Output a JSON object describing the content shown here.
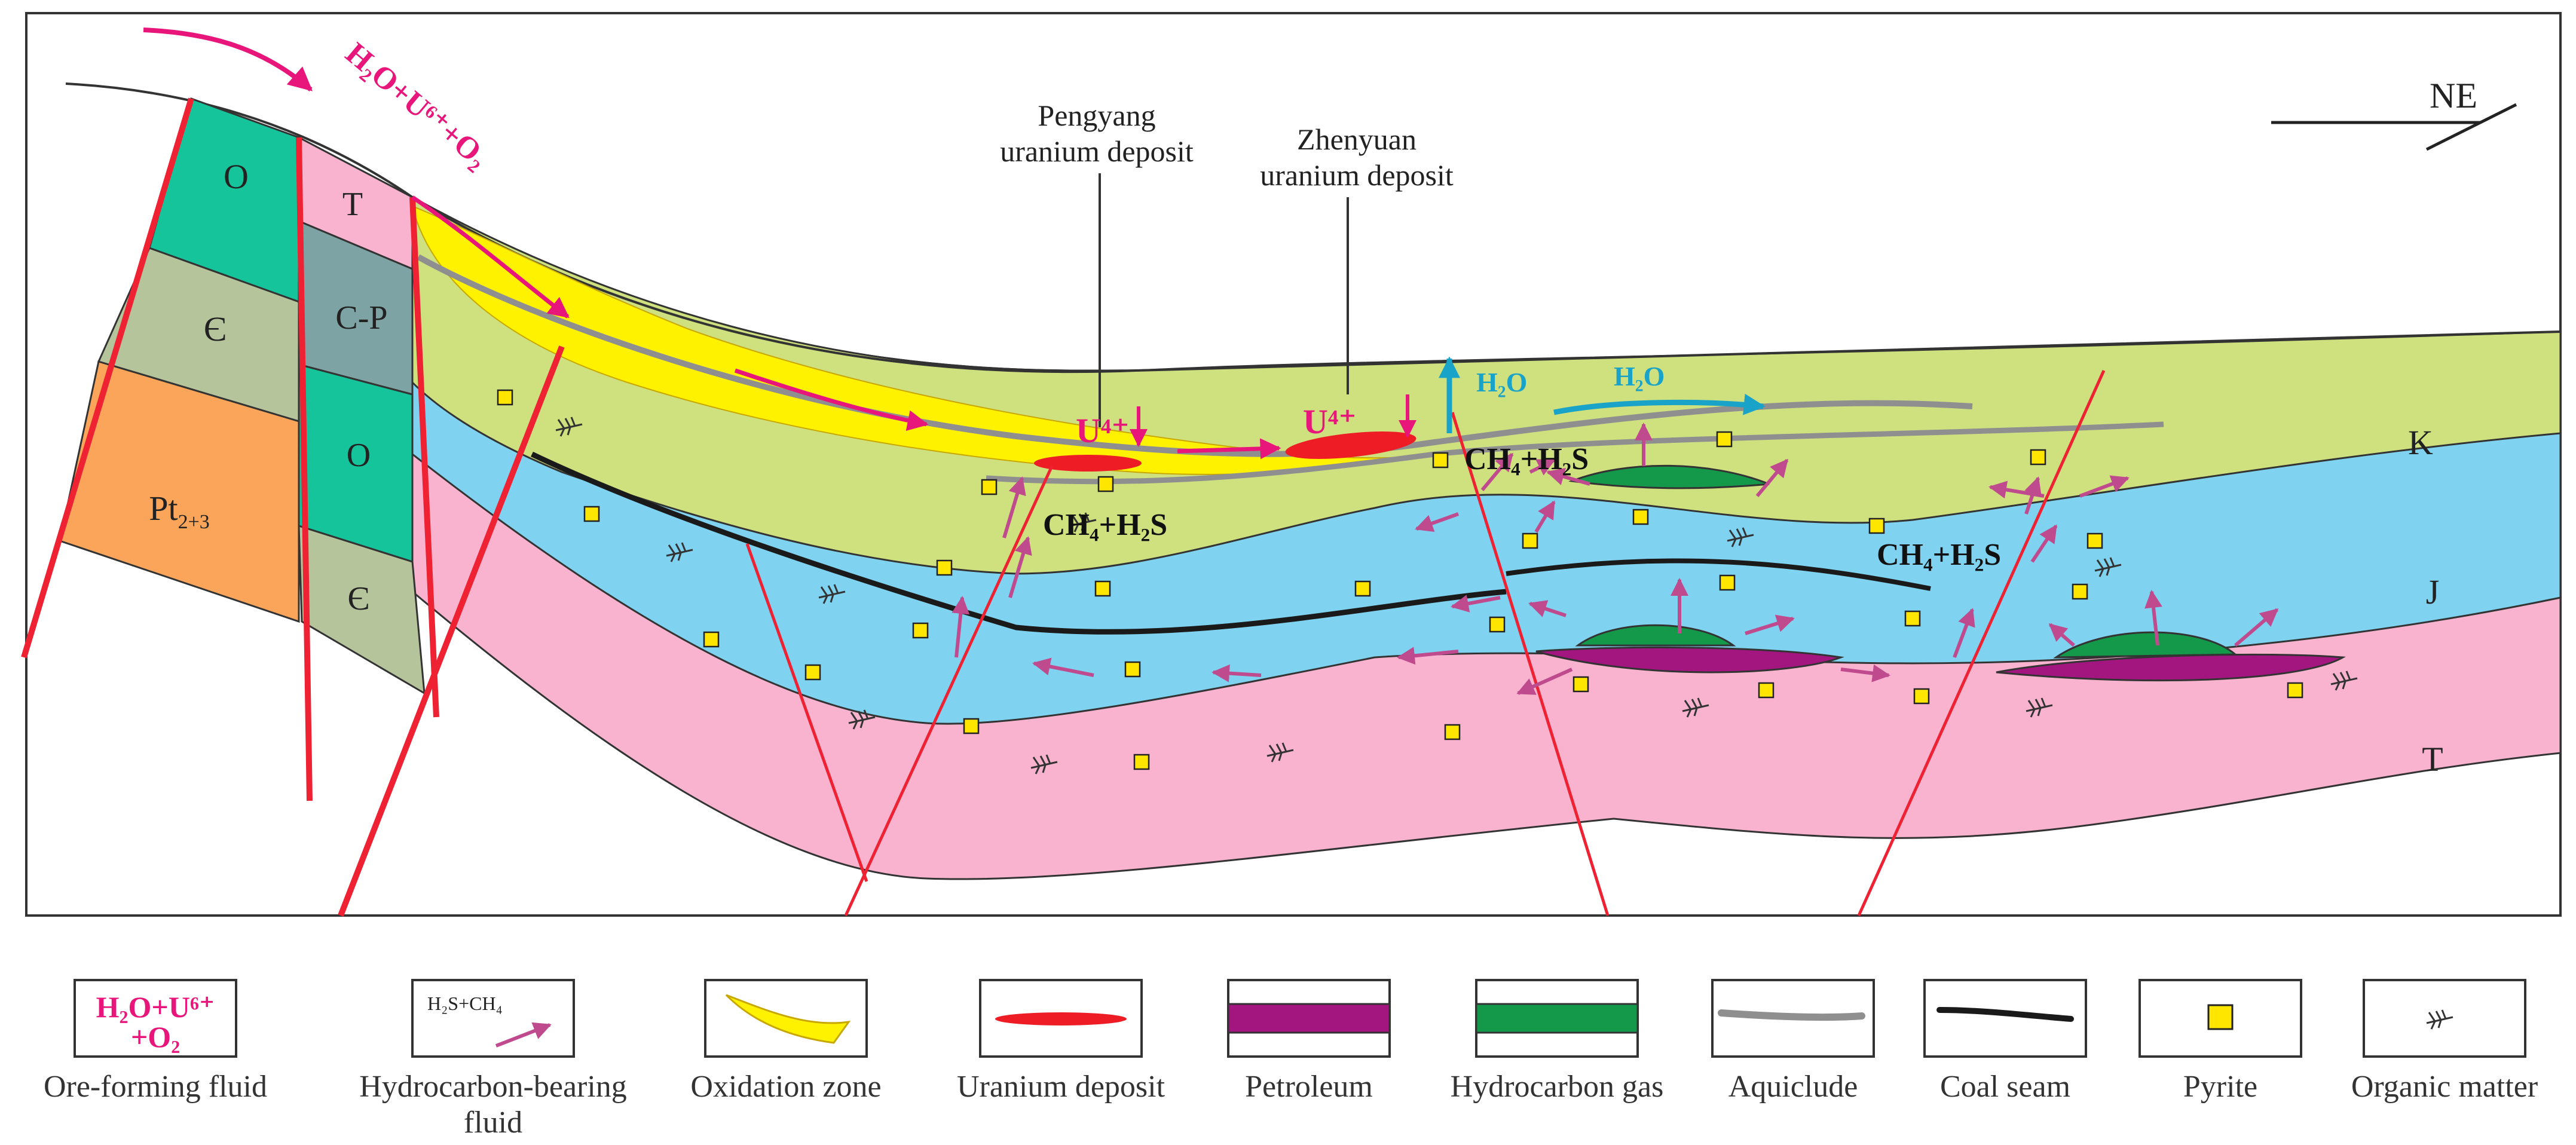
{
  "orientation": "NE",
  "formations": {
    "O_upper": "O",
    "cambrian_upper": "Є",
    "pt": "Pt",
    "pt_sub": "2+3",
    "t_upper": "T",
    "cp": "C-P",
    "o_lower": "O",
    "cambrian_lower": "Є",
    "k": "K",
    "j": "J",
    "t_right": "T"
  },
  "deposits": {
    "pengyang_line1": "Pengyang",
    "pengyang_line2": "uranium deposit",
    "zhenyuan_line1": "Zhenyuan",
    "zhenyuan_line2": "uranium deposit"
  },
  "annotations": {
    "fluid_top": "H₂O+U⁶⁺+O₂",
    "u4_a": "U⁴⁺",
    "u4_b": "U⁴⁺",
    "h2o_a": "H₂O",
    "h2o_b": "H₂O",
    "ch4_a": "CH₄+H₂S",
    "ch4_b": "CH₄+H₂S",
    "ch4_c": "CH₄+H₂S"
  },
  "legend": {
    "ore_box_line1": "H₂O+U⁶⁺",
    "ore_box_line2": "+O₂",
    "ore_label": "Ore-forming fluid",
    "hc_box_text": "H₂S+CH₄",
    "hc_label_line1": "Hydrocarbon-bearing",
    "hc_label_line2": "fluid",
    "oxidation_label": "Oxidation zone",
    "uranium_label": "Uranium deposit",
    "petroleum_label": "Petroleum",
    "gas_label": "Hydrocarbon gas",
    "aquiclude_label": "Aquiclude",
    "coal_label": "Coal seam",
    "pyrite_label": "Pyrite",
    "organic_label": "Organic matter"
  },
  "colors": {
    "k_layer": "#cfe07e",
    "j_layer": "#7fd3f0",
    "t_layer": "#f9b3cf",
    "o_layer": "#15c49a",
    "cambrian_layer": "#b6c49c",
    "pt_layer": "#fba55a",
    "cp_layer": "#7da3a5",
    "oxidation": "#fff200",
    "uranium": "#ee1c24",
    "petroleum": "#a3157f",
    "gas": "#14994b",
    "aquiclude": "#8f8f8f",
    "coal": "#1a1a1a",
    "pyrite": "#ffe600",
    "fault": "#ee2233",
    "fluid_arrow": "#e8157a",
    "hc_arrow": "#c04a8e",
    "water_arrow": "#1aa3c8"
  }
}
